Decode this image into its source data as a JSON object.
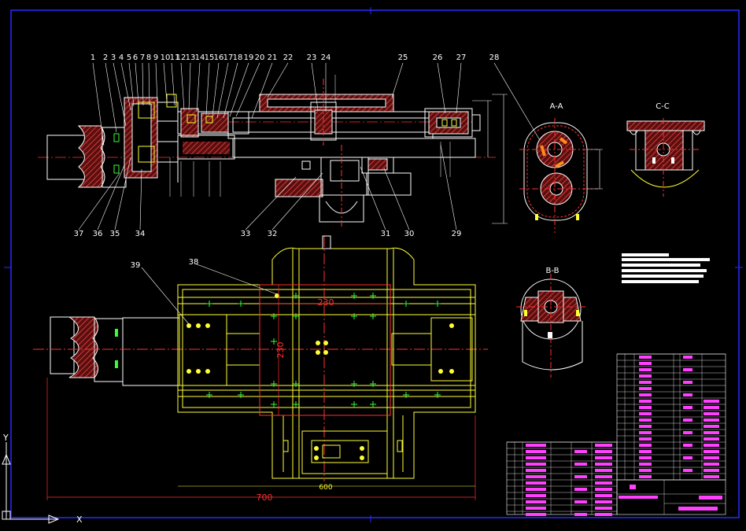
{
  "drawing": {
    "part_numbers_top": [
      "1",
      "2",
      "3",
      "4",
      "5",
      "6",
      "7",
      "8",
      "9",
      "10",
      "11",
      "12",
      "13",
      "14",
      "15",
      "16",
      "17",
      "18",
      "19",
      "20",
      "21",
      "22",
      "23",
      "24",
      "25",
      "26",
      "27",
      "28"
    ],
    "part_numbers_bottom": [
      "37",
      "36",
      "35",
      "34",
      "33",
      "32",
      "31",
      "30",
      "29"
    ],
    "part_numbers_plan": [
      "39",
      "38"
    ],
    "section_labels": {
      "aa": "A-A",
      "bb": "B-B",
      "cc": "C-C"
    },
    "dimensions": {
      "plate_w": "230",
      "plate_h": "230",
      "overall": "700",
      "inner": "600"
    },
    "axis": {
      "y": "Y",
      "x": "X"
    }
  },
  "colors": {
    "frame": "#2020ff",
    "outline": "#ffffff",
    "part": "#ffff33",
    "hatch": "#c83030",
    "centerline": "#ff3030",
    "green": "#33ff33",
    "orange": "#ff8c1a",
    "magenta": "#ff40ff"
  }
}
